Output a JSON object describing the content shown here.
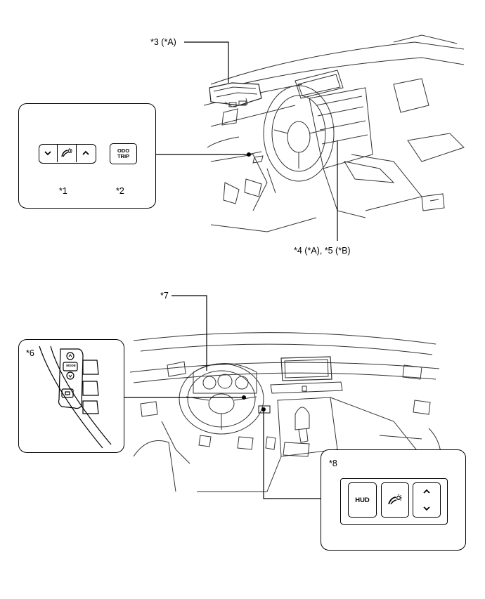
{
  "labels": {
    "l1": "*1",
    "l2": "*2",
    "l3": "*3 (*A)",
    "l45": "*4 (*A), *5 (*B)",
    "l6": "*6",
    "l7": "*7",
    "l8": "*8"
  },
  "switch_panel_1": {
    "down_glyph": "⌄",
    "brightness_glyph": "☼",
    "up_glyph": "⌃",
    "odo_top": "ODO",
    "odo_bottom": "TRIP"
  },
  "steering_switch_6": {
    "mode_text": "MODE"
  },
  "switch_panel_8": {
    "hud_text": "HUD",
    "up_glyph": "⌃",
    "down_glyph": "⌄"
  },
  "icons": [
    "chevron-down-icon",
    "illumination-icon",
    "chevron-up-icon",
    "odo-trip-button",
    "hud-button"
  ],
  "colors": {
    "line": "#000000",
    "background": "#ffffff",
    "sketch": "#333333"
  }
}
